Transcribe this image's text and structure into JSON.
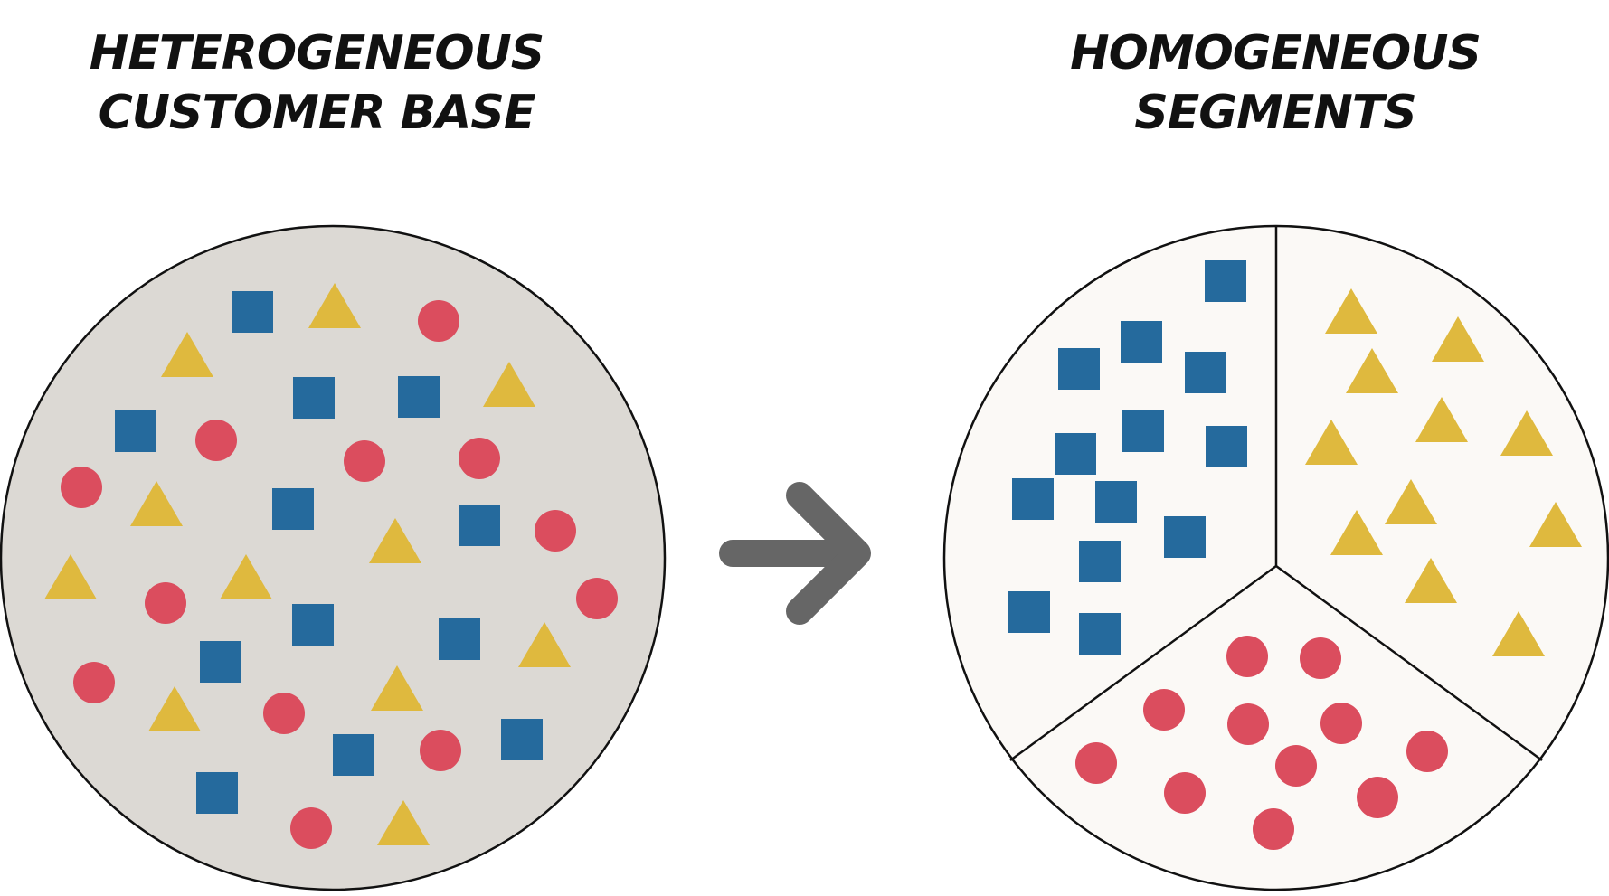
{
  "left": {
    "title_line1": "HETEROGENEOUS",
    "title_line2": "CUSTOMER BASE",
    "fill": "#dcd9d4"
  },
  "right": {
    "title_line1": "HOMOGENEOUS",
    "title_line2": "SEGMENTS",
    "fill": "#fbf9f6"
  },
  "colors": {
    "square": "#256a9d",
    "triangle": "#dfb93e",
    "circle": "#db4d5e",
    "outline": "#111111",
    "arrow": "#666666"
  },
  "icons": {
    "arrow": "arrow-right-icon",
    "square": "square-icon",
    "triangle": "triangle-icon",
    "circle": "circle-icon"
  }
}
